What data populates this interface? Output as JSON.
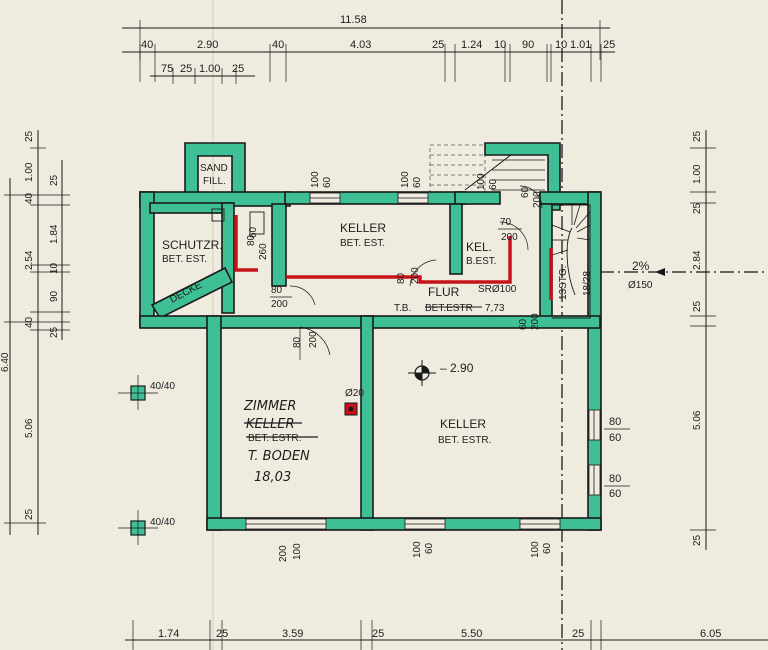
{
  "colors": {
    "paper": "#efecdf",
    "wall": "#3fbf95",
    "ink": "#1a1a1a",
    "pipe": "#c8121a"
  },
  "top_dims": {
    "total": "11.58",
    "row1": [
      "40",
      "2.90",
      "40",
      "4.03",
      "25",
      "1.24",
      "10",
      "90",
      "10",
      "1.01",
      "25"
    ],
    "row2": [
      "75",
      "25",
      "1.00",
      "25"
    ]
  },
  "bottom_dims": [
    "1.74",
    "25",
    "3.59",
    "25",
    "5.50",
    "25",
    "6.05"
  ],
  "left_dims": {
    "outer": [
      "25",
      "1.00",
      "40",
      "2.54",
      "40",
      "5.06",
      "25"
    ],
    "inner": [
      "25",
      "1.84",
      "10",
      "90",
      "25"
    ],
    "total_partial": "6.40"
  },
  "right_dims": [
    "25",
    "1.00",
    "25",
    "2.84",
    "25",
    "5.06",
    "25"
  ],
  "rooms": {
    "sandfill": {
      "line1": "SAND",
      "line2": "FILL."
    },
    "schutz": {
      "name": "SCHUTZR.",
      "floor": "BET. EST."
    },
    "decke": "DECKE",
    "keller_top": {
      "name": "KELLER",
      "floor": "BET. EST."
    },
    "kel_small": {
      "name": "KEL.",
      "floor": "B.EST."
    },
    "flur": {
      "name": "FLUR",
      "floor_old": "BET.ESTR",
      "floor_new": "T.B.",
      "area": "7,73"
    },
    "zimmer": {
      "new_name": "ZIMMER",
      "old_name": "KELLER",
      "old_floor": "BET. ESTR.",
      "new_floor": "T. BODEN",
      "area": "18,03"
    },
    "keller_main": {
      "name": "KELLER",
      "floor": "BET. ESTR."
    }
  },
  "openings": {
    "d100_60": [
      "100",
      "60"
    ],
    "d60_260": [
      "60",
      "260"
    ],
    "d80_200": [
      "80",
      "200"
    ],
    "d70_200": [
      "70",
      "200"
    ],
    "d200_100": [
      "200",
      "100"
    ],
    "w80_60": [
      "80",
      "60"
    ],
    "d60_200": [
      "60",
      "200"
    ]
  },
  "annotations": {
    "level": "– 2.90",
    "sr": "SRØ100",
    "pipe_dia": "Ø20",
    "slope": "2%",
    "drain": "Ø150",
    "stair": "13STG.",
    "stair_dim": "18/28",
    "post1": "40/40",
    "post2": "40/40"
  }
}
